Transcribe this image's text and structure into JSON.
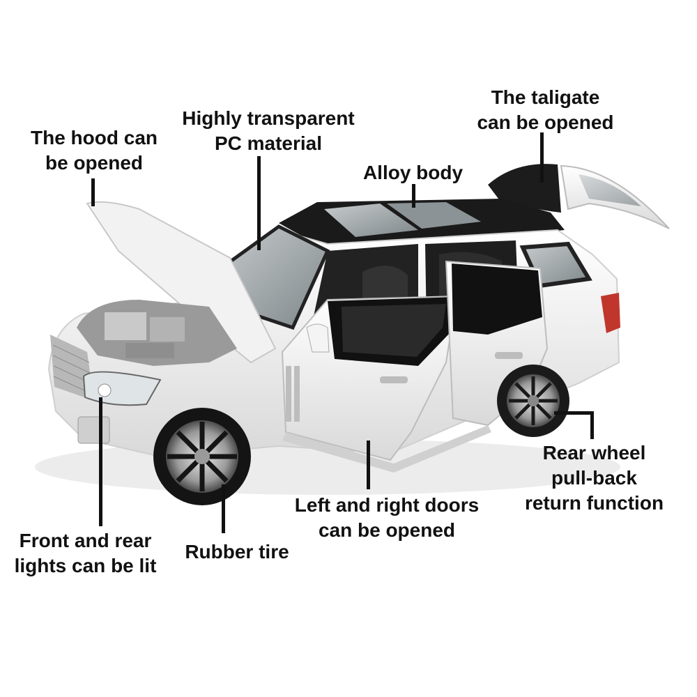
{
  "image": {
    "subject": "white 1:32 scale die-cast SUV model with opened hood, doors and tailgate",
    "colors": {
      "body": "#f4f4f4",
      "roof": "#1a1a1a",
      "glass": "#9aa3a6",
      "background": "#ffffff",
      "text": "#111111",
      "taillight": "#c0362c"
    }
  },
  "labels": {
    "hood": "The hood can\nbe opened",
    "pc": "Highly transparent\nPC material",
    "alloy": "Alloy body",
    "tailgate": "The taligate\ncan be opened",
    "wheel": "Rear wheel\npull-back\nreturn function",
    "doors": "Left  and right doors\ncan be opened",
    "tire": "Rubber tire",
    "lights": "Front and rear\nlights can be lit"
  }
}
